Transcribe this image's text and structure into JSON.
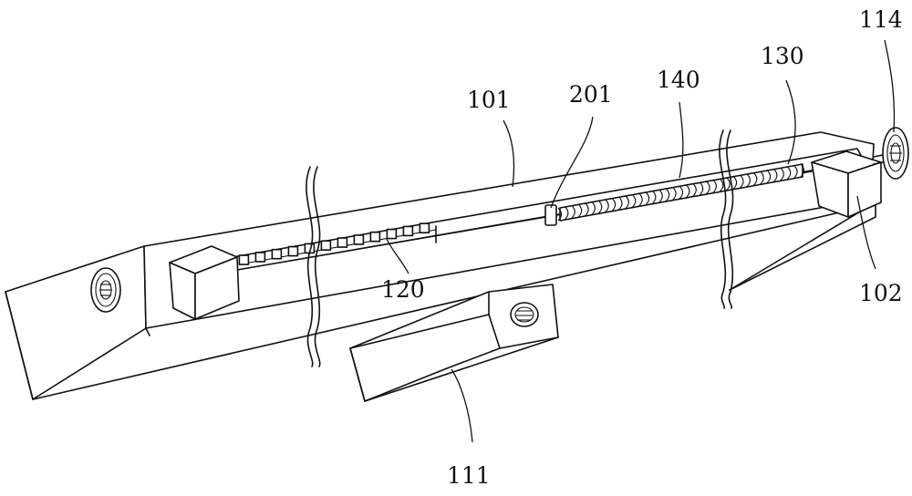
{
  "labels": {
    "l101": "101",
    "l201": "201",
    "l140": "140",
    "l130": "130",
    "l114": "114",
    "l102": "102",
    "l120": "120",
    "l111": "111"
  }
}
